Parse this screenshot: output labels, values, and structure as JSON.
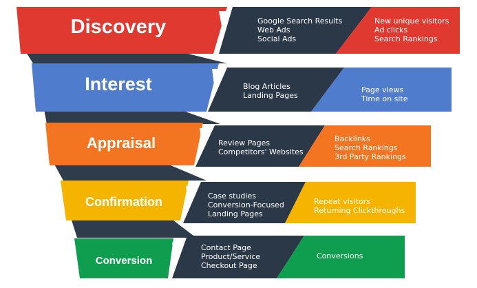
{
  "stages": [
    {
      "title": "Discovery",
      "color": "#e03a30",
      "channels": [
        "Google Search Results",
        "Web Ads",
        "Social Ads"
      ],
      "metrics": [
        "New unique visitors",
        "Ad clicks",
        "Search Rankings"
      ]
    },
    {
      "title": "Interest",
      "color": "#4f7ccd",
      "channels": [
        "Blog Articles",
        "Landing Pages"
      ],
      "metrics": [
        "Page views",
        "Time on site"
      ]
    },
    {
      "title": "Appraisal",
      "color": "#f37421",
      "channels": [
        "Review Pages",
        "Competitors' Websites"
      ],
      "metrics": [
        "Backlinks",
        "Search Rankings",
        "3rd Party Rankings"
      ]
    },
    {
      "title": "Confirmation",
      "color": "#f4b400",
      "channels": [
        "Case studies",
        "Conversion-Focused",
        "Landing Pages"
      ],
      "metrics": [
        "Repeat visitors",
        "Returning Clickthroughs"
      ]
    },
    {
      "title": "Conversion",
      "color": "#0f9d4f",
      "channels": [
        "Contact Page",
        "Product/Service",
        "Checkout Page"
      ],
      "metrics": [
        "Conversions"
      ]
    }
  ],
  "colors": {
    "navy": "#2b3848",
    "connector": "#2f3c4c"
  }
}
